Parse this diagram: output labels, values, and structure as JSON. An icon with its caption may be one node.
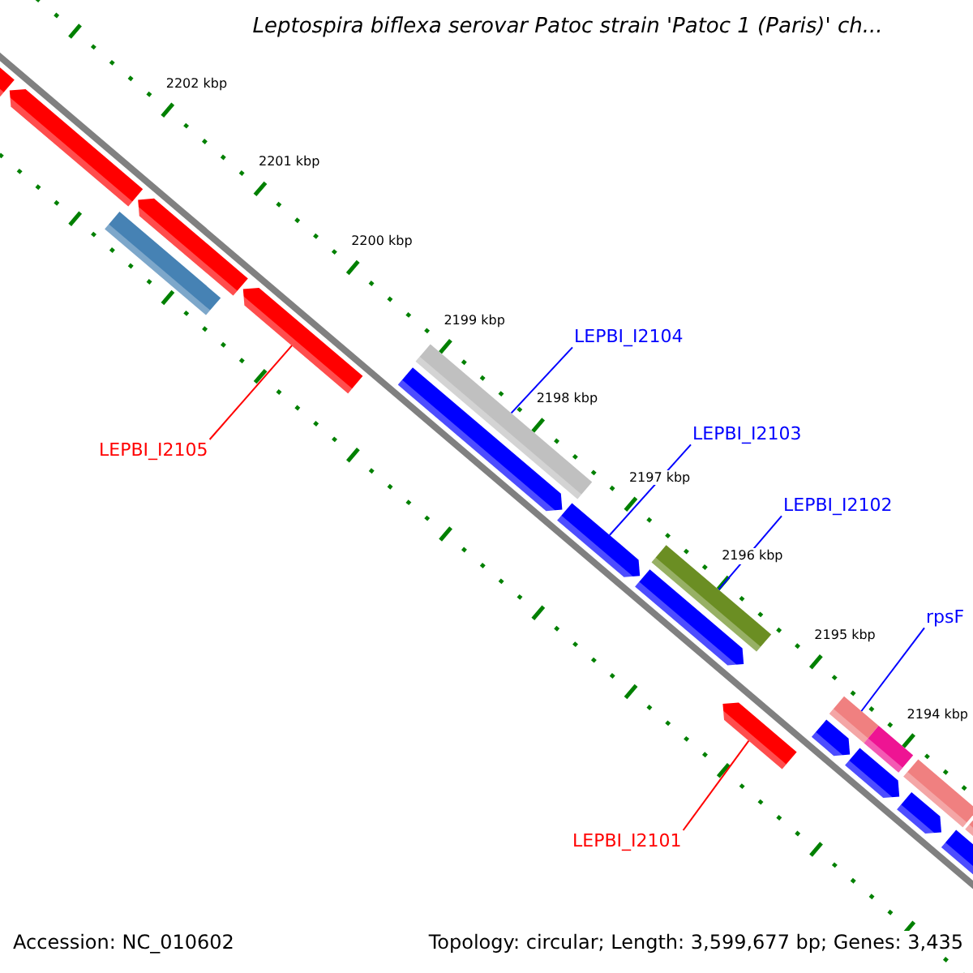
{
  "diagram": {
    "title": "Leptospira biflexa serovar Patoc strain 'Patoc 1 (Paris)' ch...",
    "nodes": [
      {
        "text": [
          "LEPBI_I2104"
        ]
      },
      {
        "text": [
          "LEPBI_I2103"
        ]
      },
      {
        "text": [
          "LEPBI_I2102"
        ]
      },
      {
        "text": [
          "rpsF"
        ]
      },
      {
        "text": [
          "LEPBI_I2105"
        ]
      },
      {
        "text": [
          "LEPBI_I2101"
        ]
      },
      {
        "text": [],
        "shape": "arrow"
      },
      {
        "text": [],
        "shape": "arrow"
      },
      {
        "text": [],
        "shape": "bar"
      },
      {
        "text": [],
        "shape": "arrow"
      },
      {
        "text": [],
        "shape": "arrow"
      },
      {
        "text": [],
        "shape": "bar"
      },
      {
        "text": [],
        "shape": "arrow"
      },
      {
        "text": [],
        "shape": "arrow"
      },
      {
        "text": [],
        "shape": "bar"
      },
      {
        "text": [],
        "shape": "arrow"
      },
      {
        "text": [],
        "shape": "arrow"
      },
      {
        "text": [],
        "shape": "bar"
      },
      {
        "text": [],
        "shape": "arrow"
      },
      {
        "text": [],
        "shape": "bar"
      },
      {
        "text": [],
        "shape": "arrow"
      },
      {
        "text": [],
        "shape": "bar"
      },
      {
        "text": [],
        "shape": "arrow"
      },
      {
        "text": [],
        "shape": "arrow"
      },
      {
        "text": [],
        "shape": "bar"
      }
    ],
    "edges": [
      {
        "from": 0,
        "to": 11,
        "arrow": "none"
      },
      {
        "from": 1,
        "to": 13,
        "arrow": "none"
      },
      {
        "from": 2,
        "to": 14,
        "arrow": "none"
      },
      {
        "from": 3,
        "to": 17,
        "arrow": "none"
      },
      {
        "from": 4,
        "to": 10,
        "arrow": "none",
        "color": "#ff0000"
      },
      {
        "from": 5,
        "to": 16,
        "arrow": "none",
        "color": "#ff0000"
      }
    ],
    "labels": [
      "2202 kbp",
      "2201 kbp",
      "2200 kbp",
      "2199 kbp",
      "2198 kbp",
      "2197 kbp",
      "2196 kbp",
      "2195 kbp",
      "2194 kbp",
      "Accession: NC_010602",
      "Topology: circular; Length: 3,599,677 bp; Genes: 3,435"
    ]
  }
}
